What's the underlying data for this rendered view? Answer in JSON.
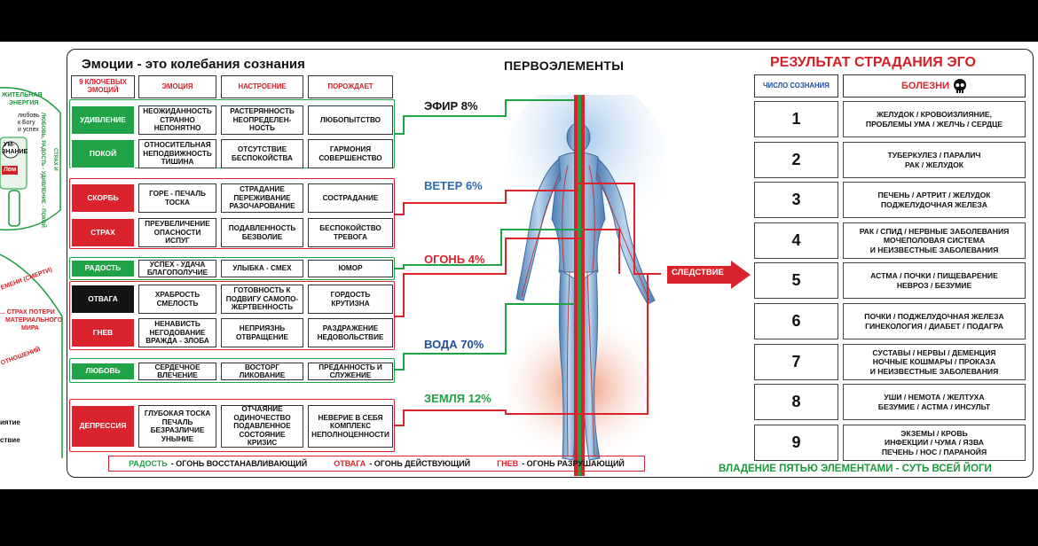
{
  "left_fragment": {
    "lines": [
      "ЖИТЕЛЬНАЯ",
      "ЭНЕРГИЯ",
      "любовь",
      "к Богу",
      "и успех",
      "УМ-",
      "ЗНАНИЕ",
      "Лом",
      "ЛЮБОВЬ, РАДОСТЬ - УДИВЛЕНИЕ - ПОКОЙ",
      "СТРАХ И",
      "ЕМЕНИ (СМЕРТИ)",
      "... СТРАХ ПОТЕРИ",
      "МАТЕРИАЛЬНОГО",
      "МИРА",
      "ОТНОШЕНИЙ",
      "иятие",
      "ствие"
    ]
  },
  "emotions": {
    "title": "Эмоции - это колебания сознания",
    "headers": {
      "key": "9 КЛЮЧЕВЫХ ЭМОЦИЙ",
      "emotion": "ЭМОЦИЯ",
      "mood": "НАСТРОЕНИЕ",
      "produces": "ПОРОЖДАЕТ"
    },
    "rows": [
      {
        "key": "УДИВЛЕНИЕ",
        "emotion": "НЕОЖИДАННОСТЬ СТРАННО НЕПОНЯТНО",
        "mood": "РАСТЕРЯННОСТЬ НЕОПРЕДЕЛЕН-НОСТЬ",
        "produces": "ЛЮБОПЫТСТВО",
        "color": "#20a246"
      },
      {
        "key": "ПОКОЙ",
        "emotion": "ОТНОСИТЕЛЬНАЯ НЕПОДВИЖНОСТЬ ТИШИНА",
        "mood": "ОТСУТСТВИЕ БЕСПОКОЙСТВА",
        "produces": "ГАРМОНИЯ СОВЕРШЕНСТВО",
        "color": "#20a246"
      },
      {
        "key": "СКОРБЬ",
        "emotion": "ГОРЕ - ПЕЧАЛЬ ТОСКА",
        "mood": "СТРАДАНИЕ ПЕРЕЖИВАНИЕ РАЗОЧАРОВАНИЕ",
        "produces": "СОСТРАДАНИЕ",
        "color": "#d9242d"
      },
      {
        "key": "СТРАХ",
        "emotion": "ПРЕУВЕЛИЧЕНИЕ ОПАСНОСТИ ИСПУГ",
        "mood": "ПОДАВЛЕННОСТЬ БЕЗВОЛИЕ",
        "produces": "БЕСПОКОЙСТВО ТРЕВОГА",
        "color": "#d9242d"
      },
      {
        "key": "РАДОСТЬ",
        "emotion": "УСПЕХ - УДАЧА БЛАГОПОЛУЧИЕ",
        "mood": "УЛЫБКА - СМЕХ",
        "produces": "ЮМОР",
        "color": "#20a246"
      },
      {
        "key": "ОТВАГА",
        "emotion": "ХРАБРОСТЬ СМЕЛОСТЬ",
        "mood": "ГОТОВНОСТЬ К ПОДВИГУ САМОПО-ЖЕРТВЕННОСТЬ",
        "produces": "ГОРДОСТЬ КРУТИЗНА",
        "color": "#141414"
      },
      {
        "key": "ГНЕВ",
        "emotion": "НЕНАВИСТЬ НЕГОДОВАНИЕ ВРАЖДА - ЗЛОБА",
        "mood": "НЕПРИЯЗНЬ ОТВРАЩЕНИЕ",
        "produces": "РАЗДРАЖЕНИЕ НЕДОВОЛЬСТВИЕ",
        "color": "#d9242d"
      },
      {
        "key": "ЛЮБОВЬ",
        "emotion": "СЕРДЕЧНОЕ ВЛЕЧЕНИЕ",
        "mood": "ВОСТОРГ ЛИКОВАНИЕ",
        "produces": "ПРЕДАННОСТЬ И СЛУЖЕНИЕ",
        "color": "#20a246"
      },
      {
        "key": "ДЕПРЕССИЯ",
        "emotion": "ГЛУБОКАЯ ТОСКА ПЕЧАЛЬ БЕЗРАЗЛИЧИЕ УНЫНИЕ",
        "mood": "ОТЧАЯНИЕ ОДИНОЧЕСТВО ПОДАВЛЕННОЕ СОСТОЯНИЕ КРИЗИС",
        "produces": "НЕВЕРИЕ В СЕБЯ КОМПЛЕКС НЕПОЛНОЦЕННОСТИ",
        "color": "#d9242d"
      }
    ]
  },
  "elements": {
    "title": "ПЕРВОЭЛЕМЕНТЫ",
    "items": [
      {
        "label": "ЭФИР 8%",
        "color": "#111111"
      },
      {
        "label": "ВЕТЕР 6%",
        "color": "#2b6cb0"
      },
      {
        "label": "ОГОНЬ 4%",
        "color": "#d9242d"
      },
      {
        "label": "ВОДА 70%",
        "color": "#1d4e9e"
      },
      {
        "label": "ЗЕМЛЯ 12%",
        "color": "#20a246"
      }
    ],
    "consequence": "СЛЕДСТВИЕ"
  },
  "results": {
    "title": "РЕЗУЛЬТАТ СТРАДАНИЯ ЭГО",
    "headers": {
      "number": "ЧИСЛО СОЗНАНИЯ",
      "diseases": "БОЛЕЗНИ"
    },
    "skull_icon": "skull-icon",
    "rows": [
      {
        "number": "1",
        "diseases": "ЖЕЛУДОК / КРОВОИЗЛИЯНИЕ,\nПРОБЛЕМЫ УМА / ЖЕЛЧЬ / СЕРДЦЕ"
      },
      {
        "number": "2",
        "diseases": "ТУБЕРКУЛЕЗ / ПАРАЛИЧ\nРАК / ЖЕЛУДОК"
      },
      {
        "number": "3",
        "diseases": "ПЕЧЕНЬ / АРТРИТ / ЖЕЛУДОК\nПОДЖЕЛУДОЧНАЯ ЖЕЛЕЗА"
      },
      {
        "number": "4",
        "diseases": "РАК / СПИД / НЕРВНЫЕ ЗАБОЛЕВАНИЯ\nМОЧЕПОЛОВАЯ СИСТЕМА\nИ НЕИЗВЕСТНЫЕ ЗАБОЛЕВАНИЯ"
      },
      {
        "number": "5",
        "diseases": "АСТМА / ПОЧКИ / ПИЩЕВАРЕНИЕ\nНЕВРОЗ / БЕЗУМИЕ"
      },
      {
        "number": "6",
        "diseases": "ПОЧКИ / ПОДЖЕЛУДОЧНАЯ ЖЕЛЕЗА\nГИНЕКОЛОГИЯ / ДИАБЕТ / ПОДАГРА"
      },
      {
        "number": "7",
        "diseases": "СУСТАВЫ / НЕРВЫ / ДЕМЕНЦИЯ\nНОЧНЫЕ КОШМАРЫ / ПРОКАЗА\nИ НЕИЗВЕСТНЫЕ ЗАБОЛЕВАНИЯ"
      },
      {
        "number": "8",
        "diseases": "УШИ / НЕМОТА / ЖЕЛТУХА\nБЕЗУМИЕ / АСТМА / ИНСУЛЬТ"
      },
      {
        "number": "9",
        "diseases": "ЭКЗЕМЫ / КРОВЬ\nИНФЕКЦИИ / ЧУМА / ЯЗВА\nПЕЧЕНЬ / НОС / ПАРАНОЙЯ"
      }
    ]
  },
  "footer": {
    "joy_label": "РАДОСТЬ",
    "joy_text": "- ОГОНЬ ВОССТАНАВЛИВАЮЩИЙ",
    "courage_label": "ОТВАГА",
    "courage_text": "- ОГОНЬ ДЕЙСТВУЮЩИЙ",
    "anger_label": "ГНЕВ",
    "anger_text": "- ОГОНЬ РАЗРУШАЮЩИЙ",
    "yoga": "ВЛАДЕНИЕ ПЯТЬЮ ЭЛЕМЕНТАМИ - СУТЬ ВСЕЙ ЙОГИ"
  },
  "colors": {
    "green": "#20a246",
    "red": "#d9242d",
    "black": "#141414",
    "blue": "#1d4e9e"
  }
}
